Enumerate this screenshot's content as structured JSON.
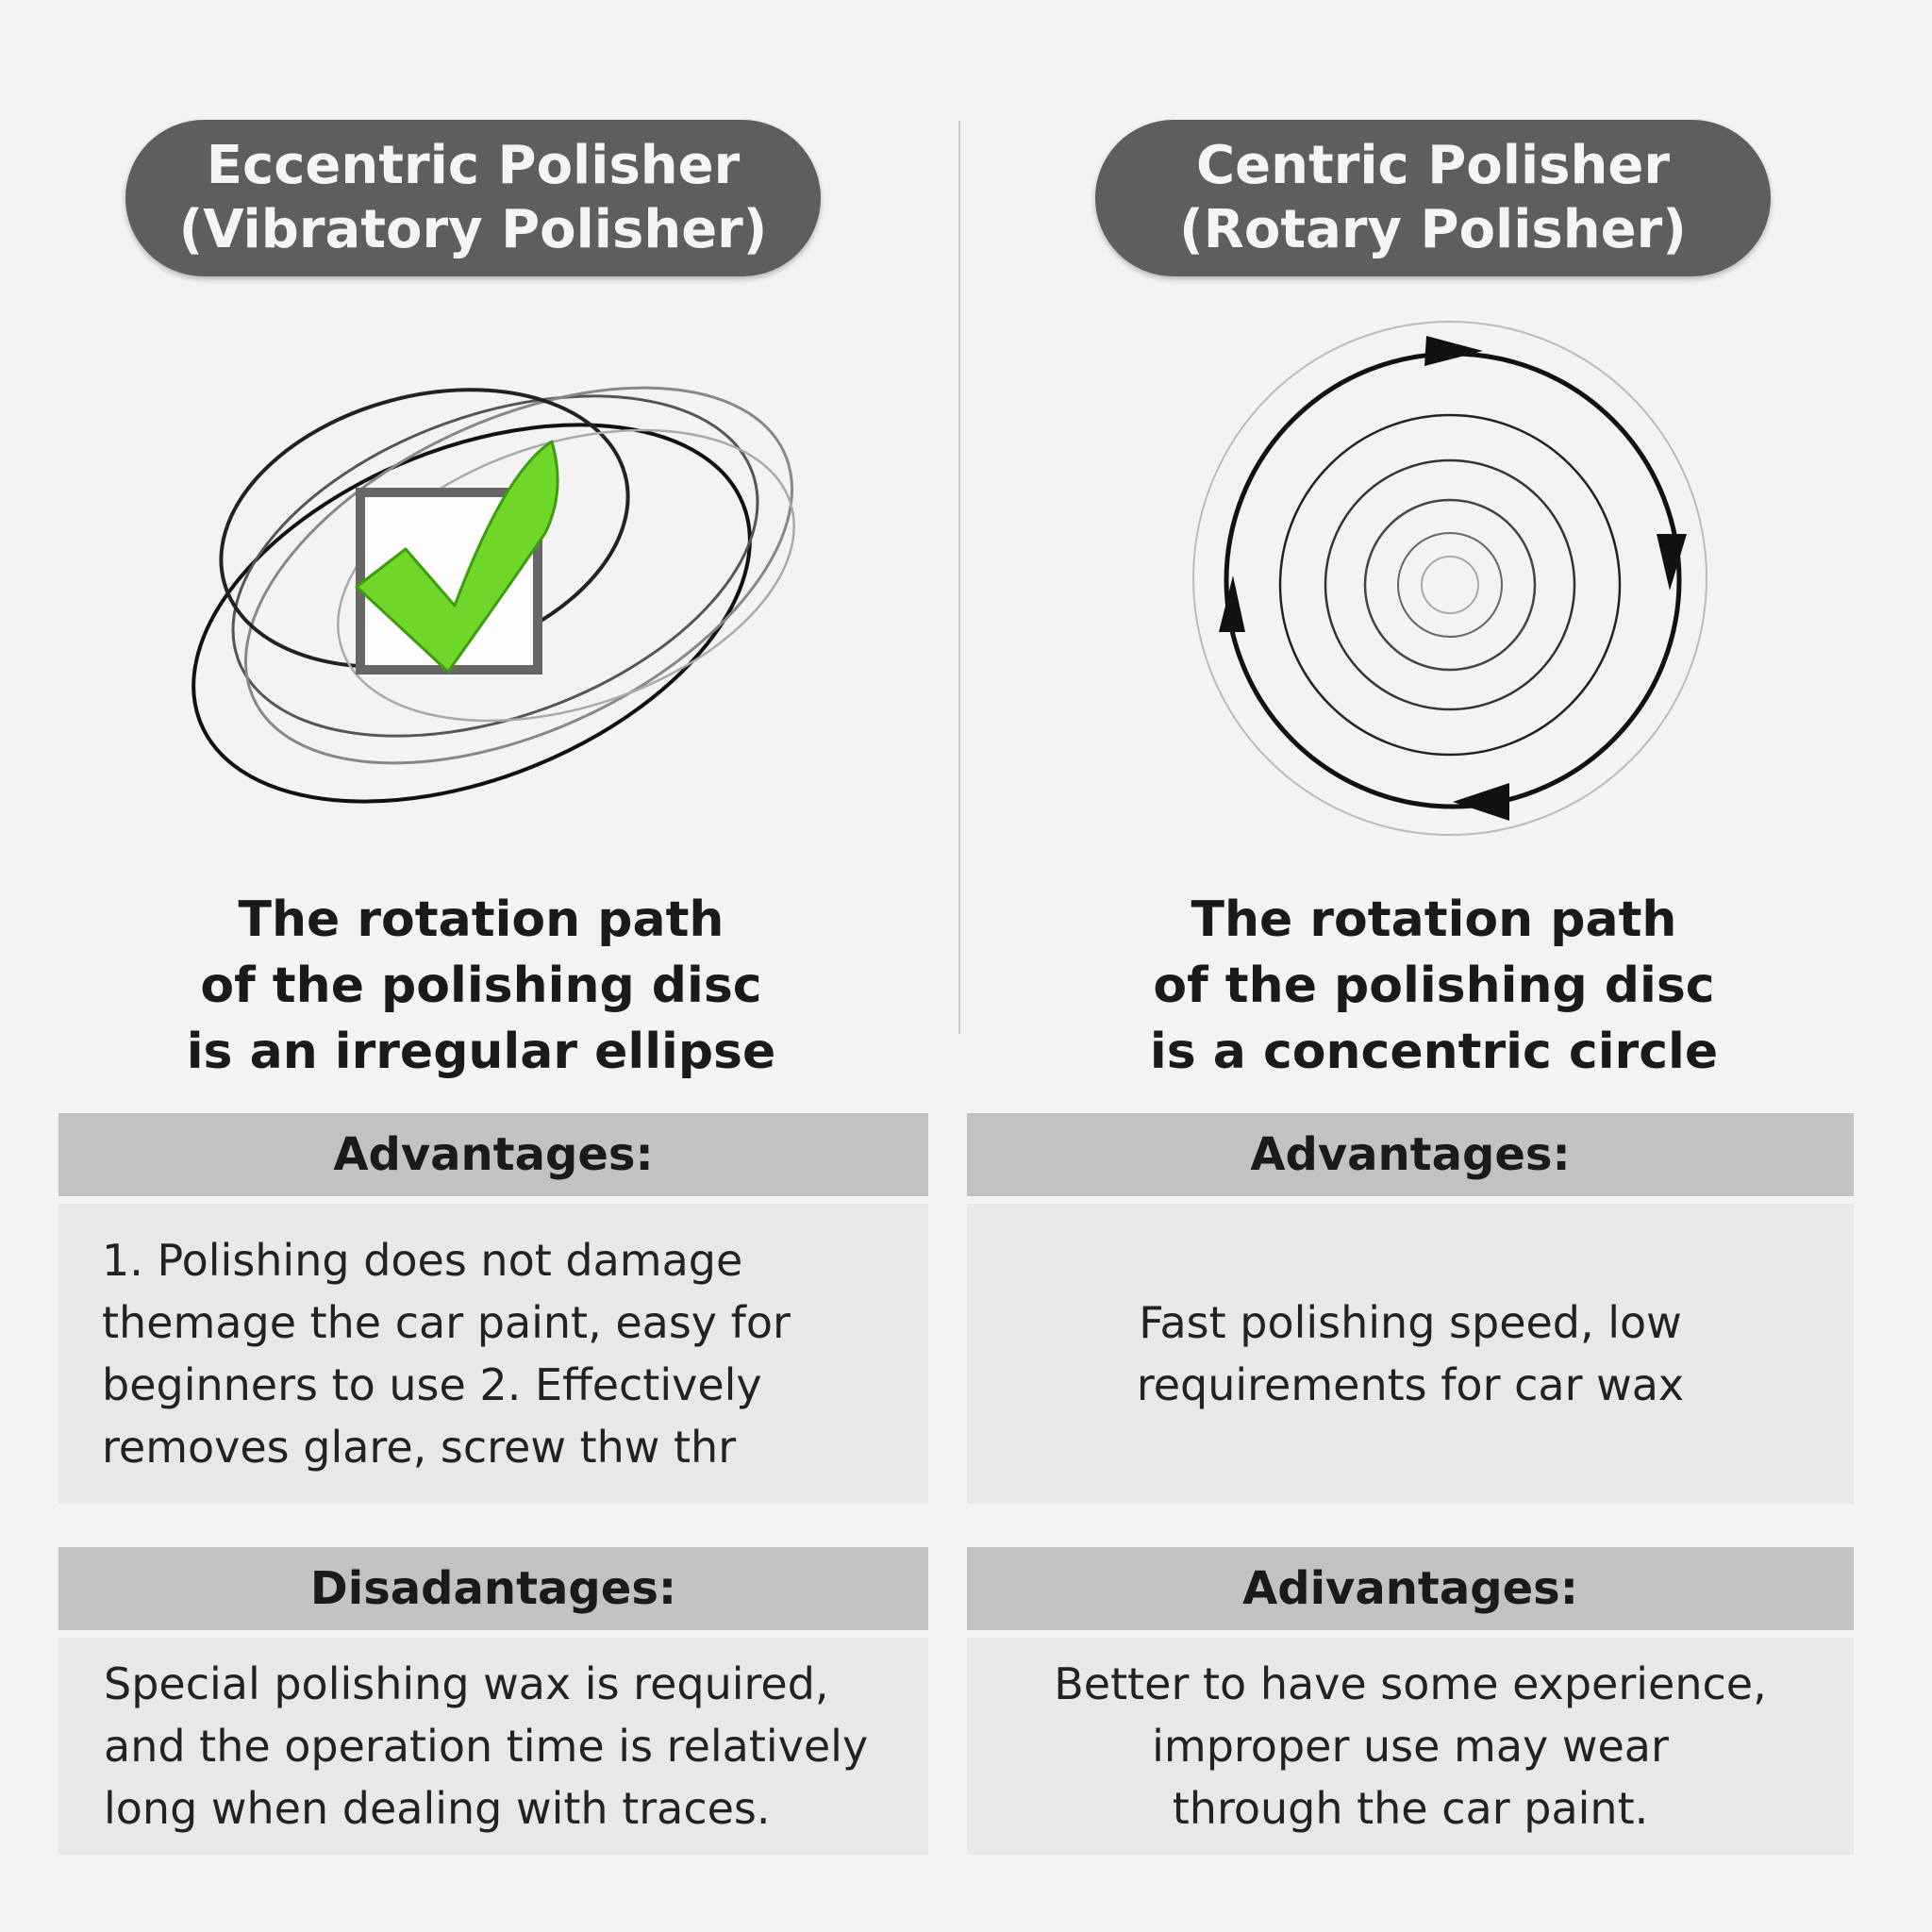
{
  "left": {
    "title_lines": [
      "Eccentric Polisher",
      "(Vibratory Polisher)"
    ],
    "description_lines": [
      "The rotation path",
      "of the polishing disc",
      "is an irregular ellipse"
    ],
    "advantages_heading": "Advantages:",
    "advantages_lines": [
      "1. Polishing does not damage",
      "themage the car paint, easy for",
      "beginners to use 2. Effectively",
      "removes glare, screw thw thr"
    ],
    "disadvantages_heading": "Disadantages:",
    "disadvantages_lines": [
      "Special polishing wax is required,",
      "and the operation time is relatively",
      "long when dealing with traces."
    ]
  },
  "right": {
    "title_lines": [
      "Centric Polisher",
      "(Rotary Polisher)"
    ],
    "description_lines": [
      "The rotation path",
      "of the polishing disc",
      "is a concentric circle"
    ],
    "advantages_heading": "Advantages:",
    "advantages_lines": [
      "Fast polishing speed, low",
      "requirements for car wax"
    ],
    "disadvantages_heading": "Adivantages:",
    "disadvantages_lines": [
      "Better to have some experience,",
      "improper use may wear",
      "through the car paint."
    ]
  },
  "colors": {
    "pill": "#5e5e5e",
    "section_header": "#c2c2c2",
    "section_body": "#e8e8e8",
    "checkmark": "#6fd62a"
  },
  "icons": {
    "left": "checkbox-checked-icon",
    "right": "rotation-arrows-icon"
  }
}
